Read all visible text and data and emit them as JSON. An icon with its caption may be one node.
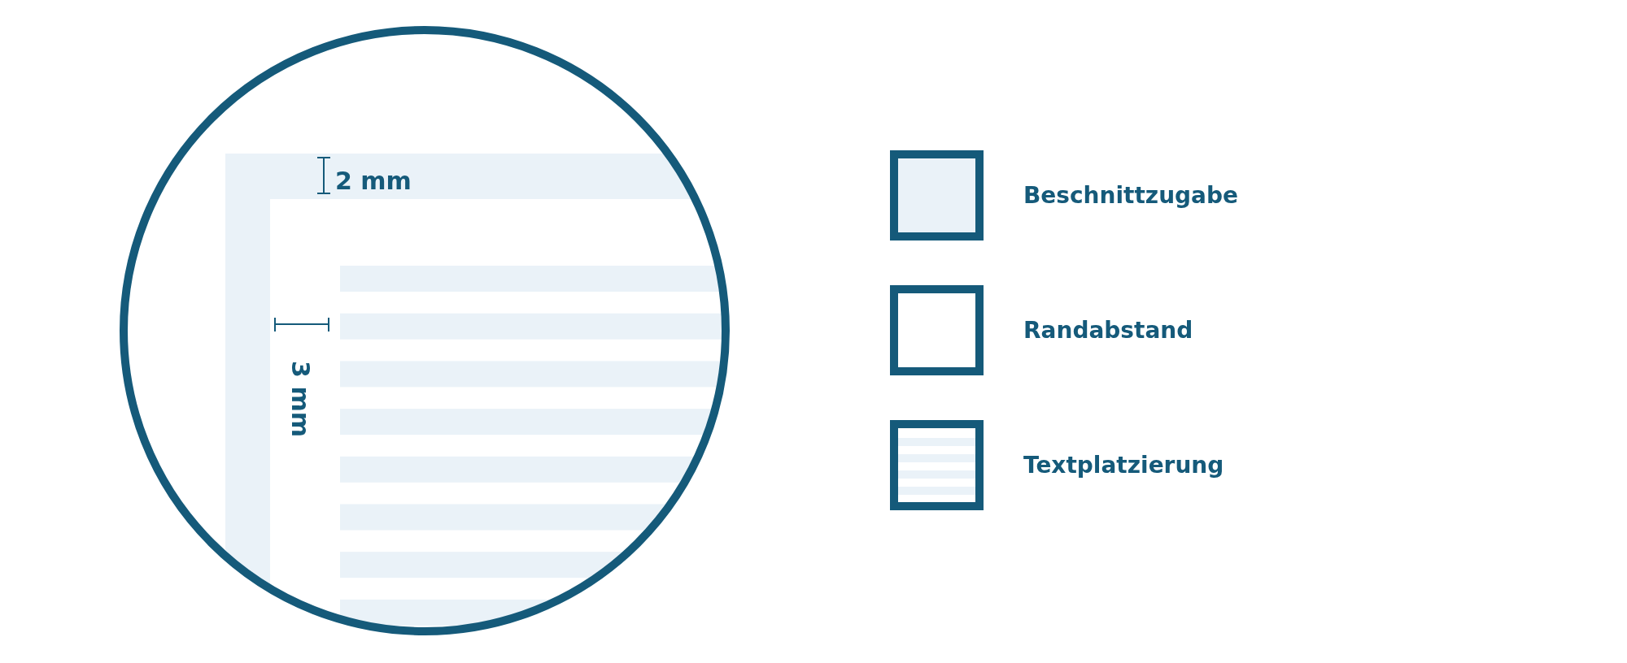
{
  "diagram": {
    "labels": [
      "2 mm",
      "3 mm"
    ],
    "legend": [
      {
        "text": "Beschnittzugabe",
        "color": "#eaf2f8"
      },
      {
        "text": "Randabstand",
        "color": "#ffffff"
      },
      {
        "text": "Textplatzierung"
      }
    ]
  }
}
